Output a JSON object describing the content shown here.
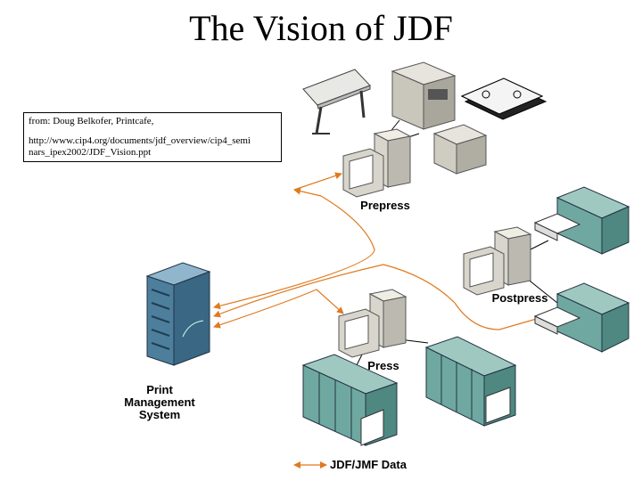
{
  "title": "The Vision of JDF",
  "source": {
    "from": "from: Doug Belkofer, Printcafe,",
    "url_line1": "http://www.cip4.org/documents/jdf_overview/cip4_semi",
    "url_line2": "nars_ipex2002/JDF_Vision.ppt"
  },
  "nodes": {
    "prepress": "Prepress",
    "postpress": "Postpress",
    "press": "Press",
    "pms_line1": "Print",
    "pms_line2": "Management",
    "pms_line3": "System"
  },
  "legend": {
    "label": "JDF/JMF Data",
    "color": "#e07a1f"
  },
  "colors": {
    "arrow": "#e07a1f",
    "server": "#4d7f9c",
    "machine": "#6fa8a0",
    "computer": "#d8d6cc"
  }
}
